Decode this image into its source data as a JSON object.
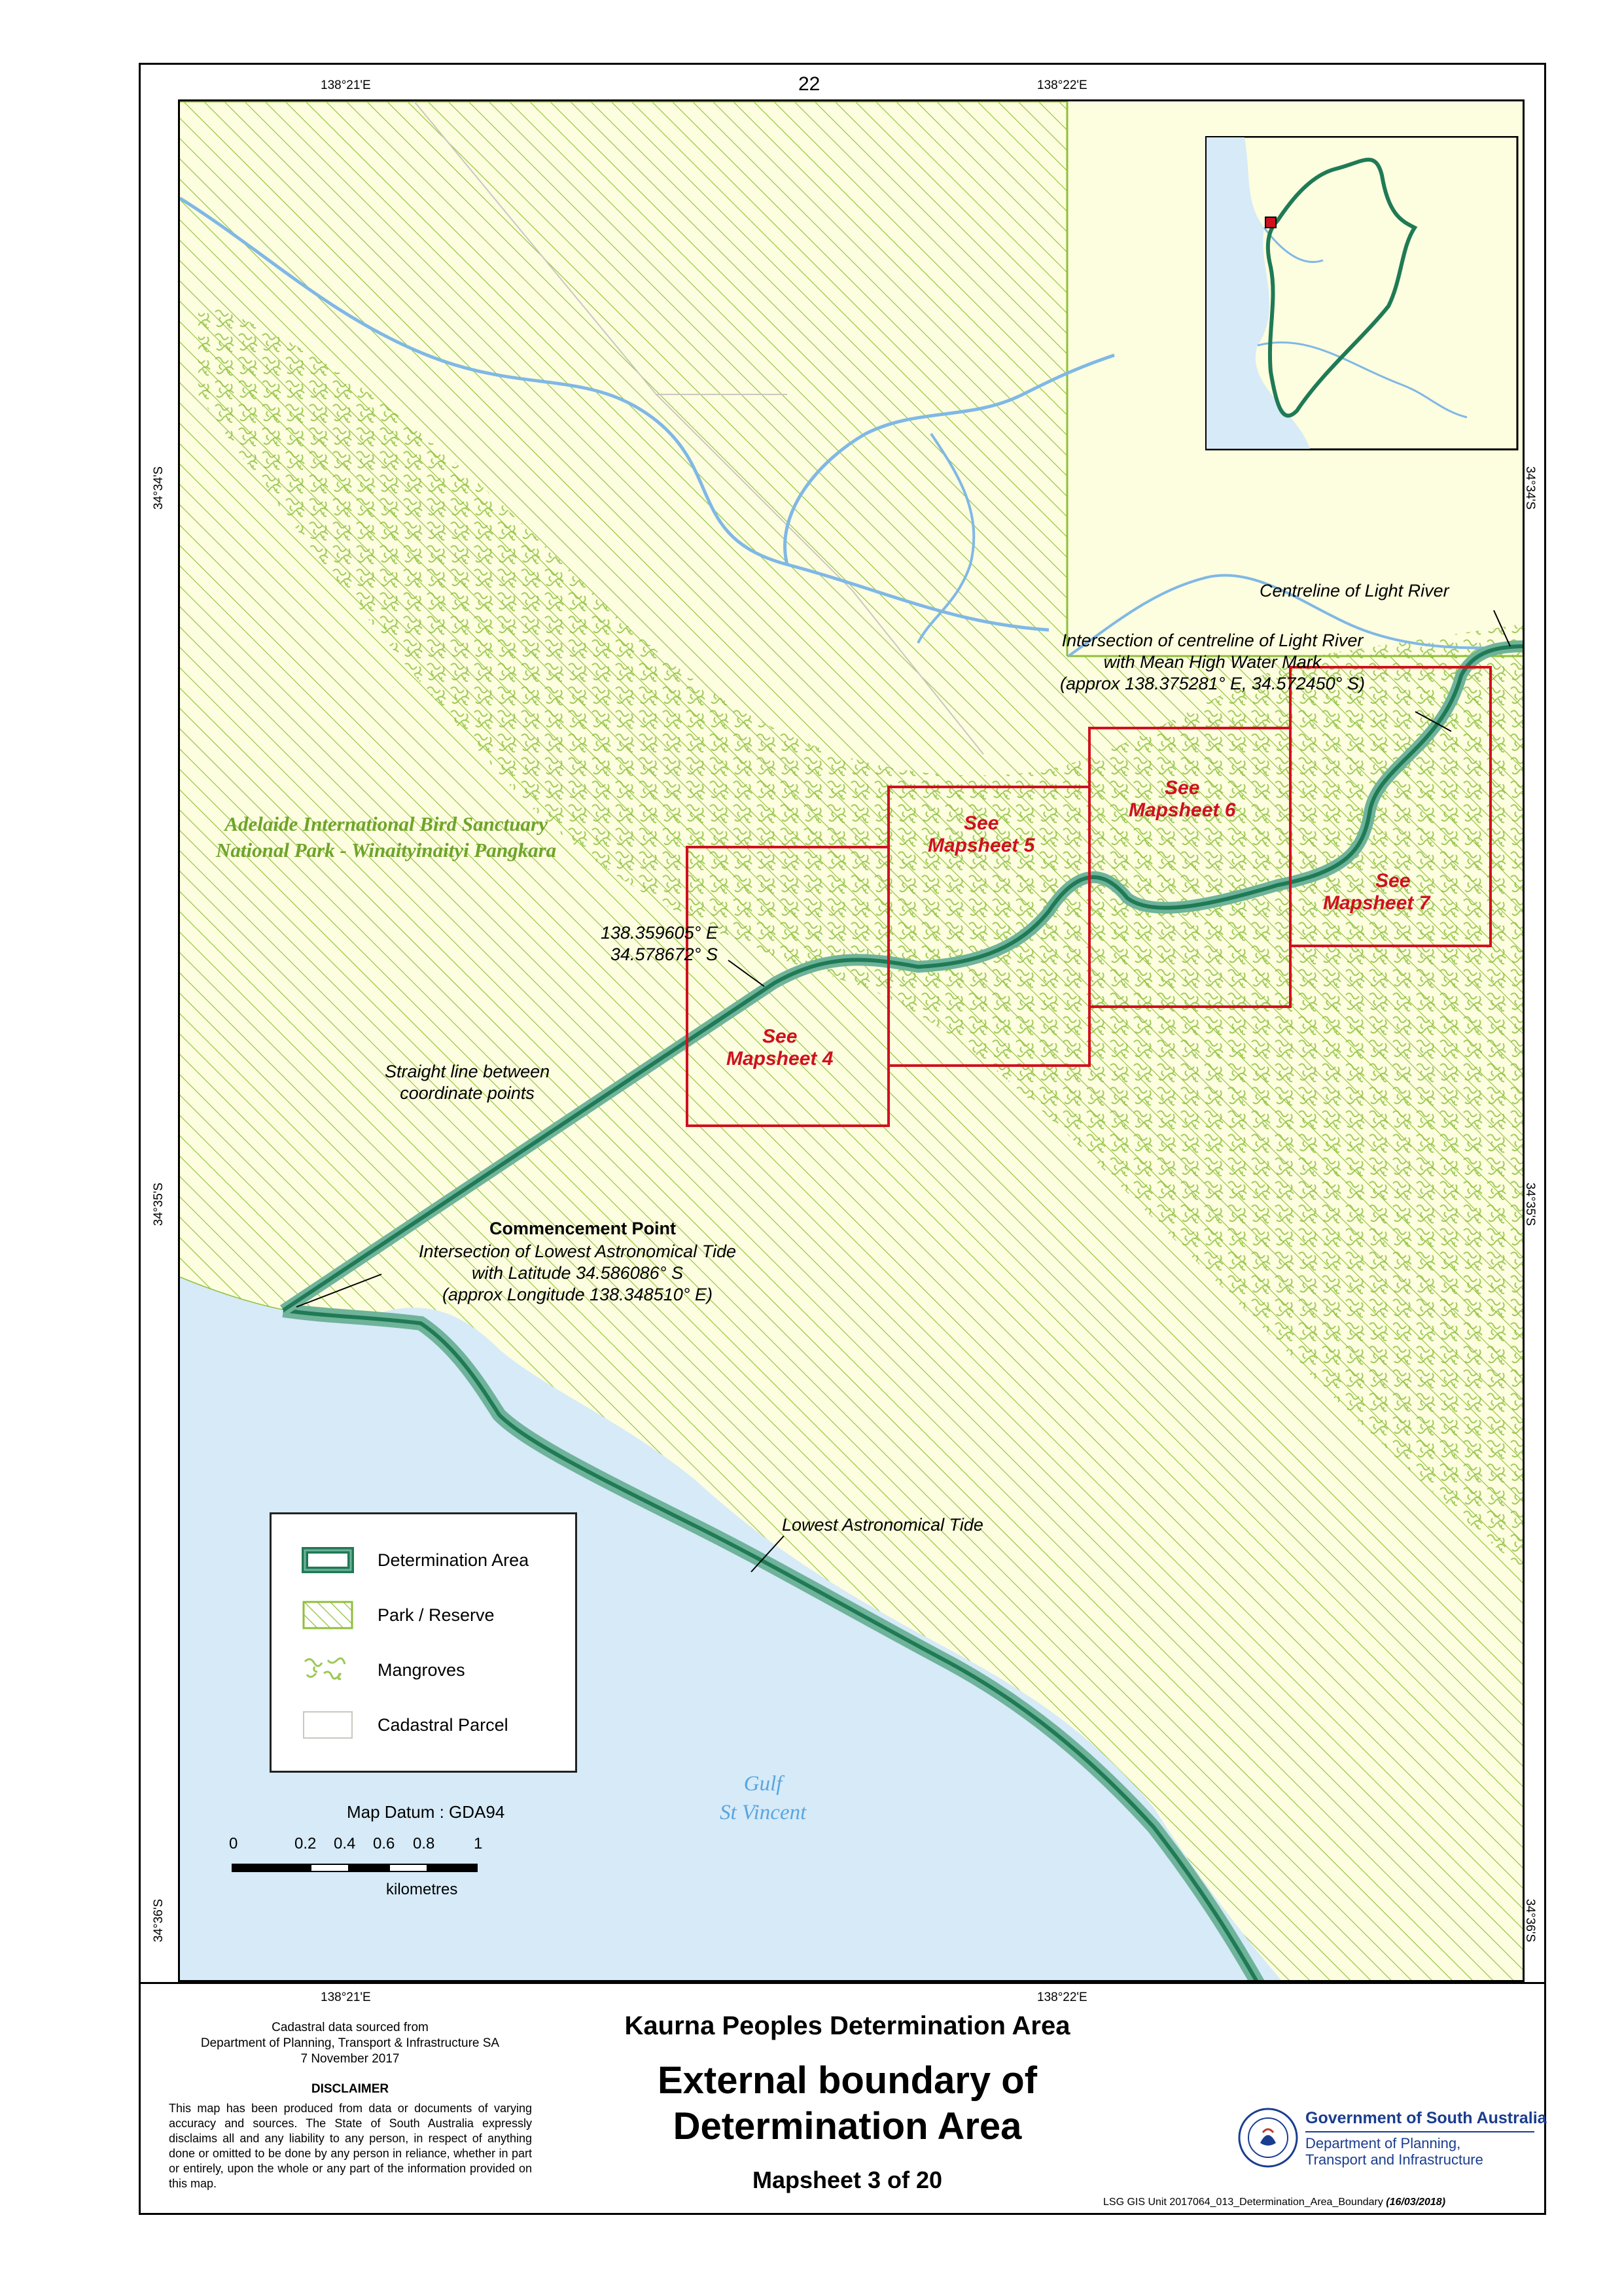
{
  "sheet_number": "22",
  "grid": {
    "lon_left": "138°21'E",
    "lon_right": "138°22'E",
    "lat_top": "34°34'S",
    "lat_mid": "34°35'S",
    "lat_bottom": "34°36'S"
  },
  "labels": {
    "park_line1": "Adelaide International Bird Sanctuary",
    "park_line2": "National Park - Winaityinaityi Pangkara",
    "centreline": "Centreline of Light River",
    "intersection_1": "Intersection of centreline of Light River",
    "intersection_2": "with Mean High Water Mark",
    "intersection_3": "(approx 138.375281° E, 34.572450° S)",
    "coord_1": "138.359605° E",
    "coord_2": "34.578672° S",
    "straight_1": "Straight line between",
    "straight_2": "coordinate points",
    "commencement": "Commencement Point",
    "commence_1": "Intersection of Lowest Astronomical Tide",
    "commence_2": "with Latitude 34.586086° S",
    "commence_3": "(approx Longitude 138.348510° E)",
    "lat": "Lowest Astronomical Tide",
    "gulf_1": "Gulf",
    "gulf_2": "St Vincent"
  },
  "mapsheets": [
    {
      "line1": "See",
      "line2": "Mapsheet 4"
    },
    {
      "line1": "See",
      "line2": "Mapsheet 5"
    },
    {
      "line1": "See",
      "line2": "Mapsheet 6"
    },
    {
      "line1": "See",
      "line2": "Mapsheet 7"
    }
  ],
  "legend": {
    "items": [
      {
        "label": "Determination Area"
      },
      {
        "label": "Park / Reserve"
      },
      {
        "label": "Mangroves"
      },
      {
        "label": "Cadastral Parcel"
      }
    ]
  },
  "map_datum": "Map Datum : GDA94",
  "scale": {
    "ticks": [
      "0",
      "0.2",
      "0.4",
      "0.6",
      "0.8",
      "1"
    ],
    "unit": "kilometres"
  },
  "footer": {
    "source_1": "Cadastral data sourced from",
    "source_2": "Department of Planning, Transport & Infrastructure SA",
    "source_3": "7 November 2017",
    "disclaimer_title": "DISCLAIMER",
    "disclaimer_text": "This map has been produced from data or documents of varying accuracy and sources. The State of South Australia expressly disclaims all and any liability to any person, in respect of anything done or omitted to be done by any person in reliance, whether in part or entirely, upon the whole or any part of the information provided on this map.",
    "title_1": "Kaurna Peoples Determination Area",
    "title_2a": "External boundary of",
    "title_2b": "Determination Area",
    "title_3": "Mapsheet 3 of 20",
    "gov_1": "Government of South Australia",
    "gov_2": "Department of Planning,",
    "gov_3": "Transport and Infrastructure",
    "credit": "LSG GIS Unit  2017064_013_Determination_Area_Boundary",
    "credit_date": "(16/03/2018)"
  },
  "colors": {
    "sea": "#d6eaf8",
    "land": "#fdfddf",
    "park_hatch": "#8fbf3a",
    "mangrove": "#9bc855",
    "determination": "#1f7a55",
    "determination_fill": "#6fb39a",
    "mapsheet_box": "#d0101e",
    "river": "#7fb8e6"
  }
}
